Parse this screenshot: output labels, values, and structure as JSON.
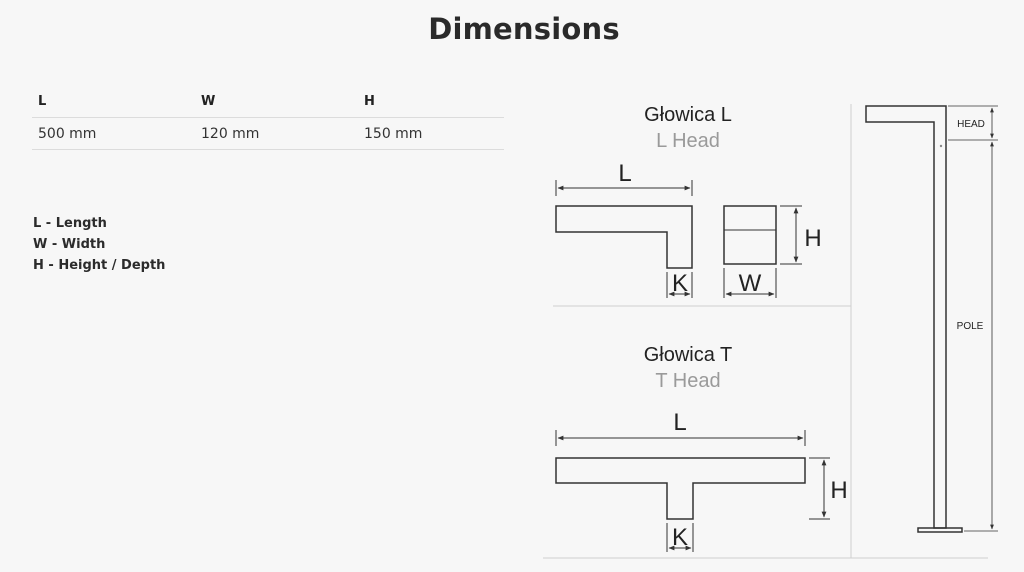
{
  "title": "Dimensions",
  "table": {
    "headers": [
      "L",
      "W",
      "H"
    ],
    "rows": [
      [
        "500 mm",
        "120 mm",
        "150 mm"
      ]
    ]
  },
  "legend": [
    "L - Length",
    "W - Width",
    "H - Height / Depth"
  ],
  "l_head": {
    "title_pl": "Głowica L",
    "title_en": "L Head",
    "label_l": "L",
    "label_k": "K",
    "label_h": "H",
    "label_w": "W"
  },
  "t_head": {
    "title_pl": "Głowica T",
    "title_en": "T Head",
    "label_l": "L",
    "label_k": "K",
    "label_h": "H"
  },
  "pole": {
    "label_head": "HEAD",
    "label_pole": "POLE"
  },
  "colors": {
    "text": "#222222",
    "subtitle": "#9a9a9a",
    "line": "#333333",
    "divider": "#cccccc",
    "background": "#f7f7f7"
  }
}
